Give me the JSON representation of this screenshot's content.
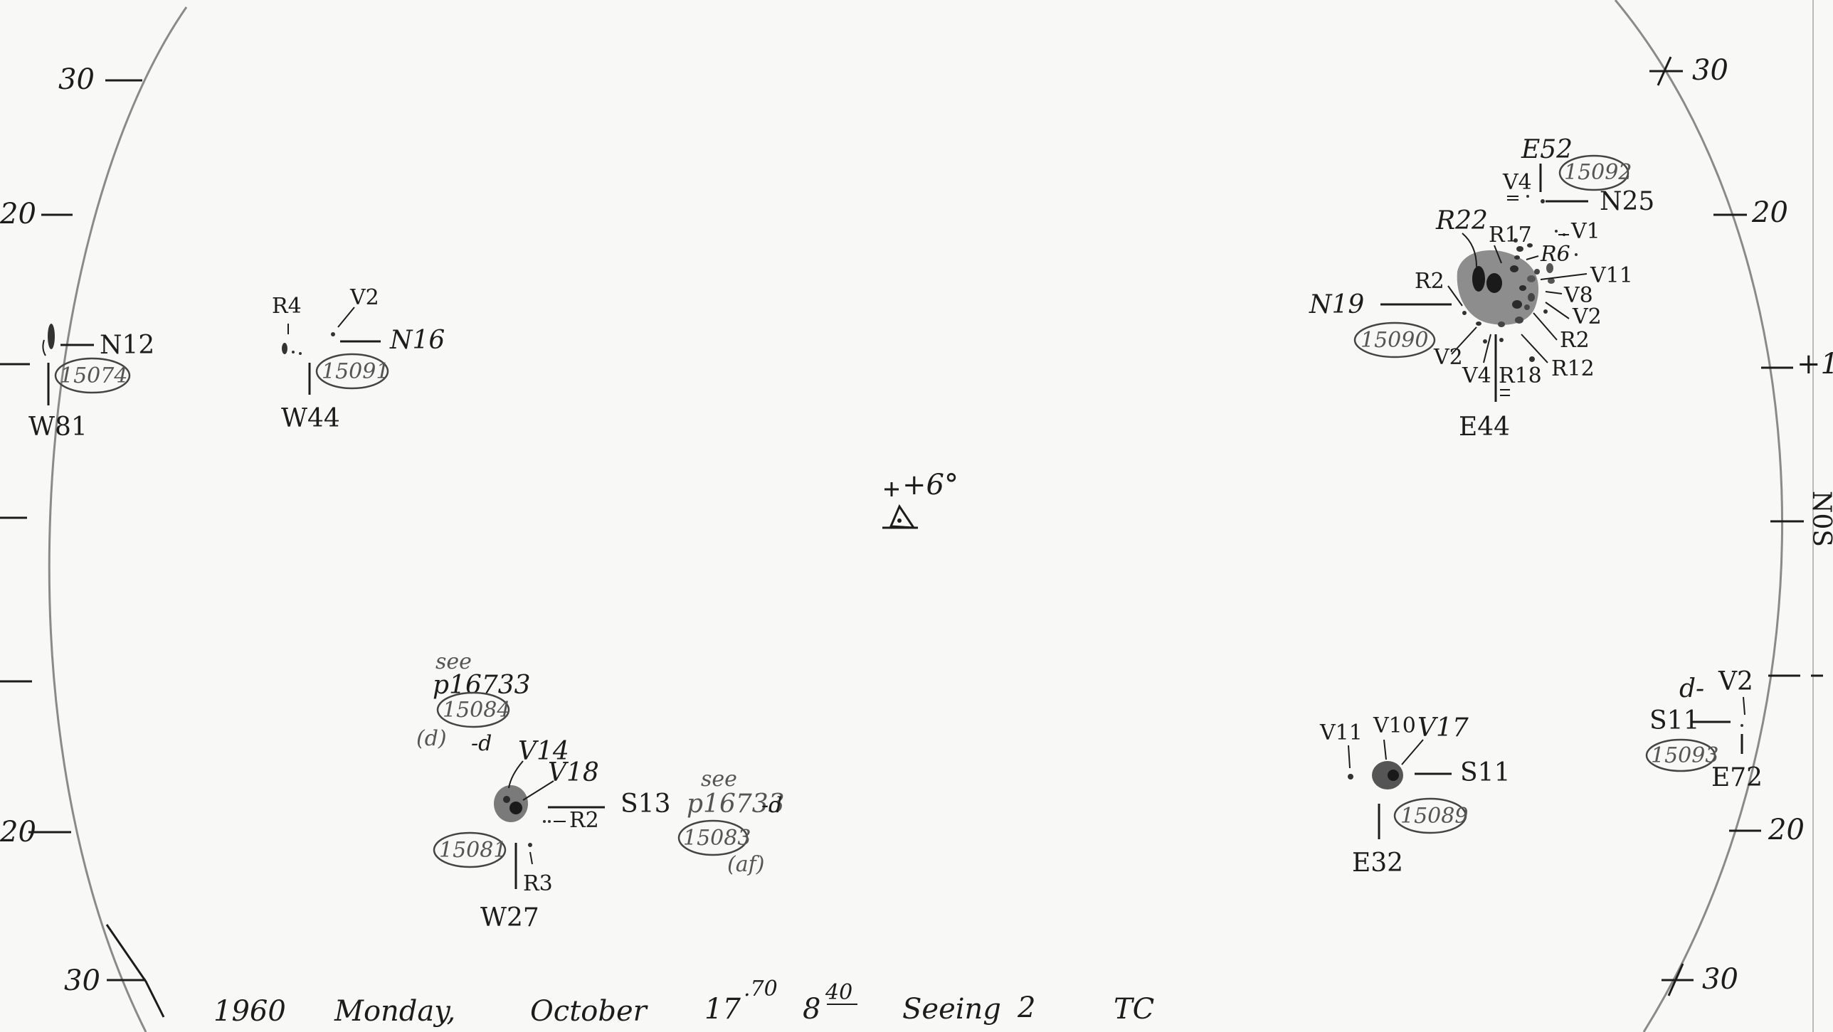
{
  "ticks": {
    "left": [
      "30",
      "20",
      "20",
      "30"
    ],
    "right": [
      "30",
      "20",
      "+1",
      "20",
      "30"
    ],
    "right_edge": "N0S"
  },
  "center": {
    "label": "+6°"
  },
  "groups": [
    {
      "id": "15074",
      "lat": "N12",
      "lon": "W81",
      "labels": []
    },
    {
      "id": "15091",
      "lat": "N16",
      "lon": "W44",
      "labels": [
        "R4",
        "V2"
      ]
    },
    {
      "id": "15092",
      "lat": "N25",
      "lon": "E52",
      "labels": [
        "V4"
      ]
    },
    {
      "id": "15090",
      "lat": "N19",
      "lon": "E44",
      "labels": [
        "R22",
        "R17",
        "V1",
        "R6",
        "V11",
        "V8",
        "V2",
        "R2",
        "R12",
        "R18",
        "V4",
        "V2",
        "R2"
      ]
    },
    {
      "id": "15084",
      "note": "see",
      "ref": "p16733",
      "class": "(d)",
      "suffix": "-d",
      "labels": []
    },
    {
      "id": "15081",
      "lat": "S13",
      "lon": "W27",
      "labels": [
        "V14",
        "V18",
        "R2",
        "R3"
      ]
    },
    {
      "id": "15083",
      "note": "see",
      "ref": "p16733",
      "class": "(af)",
      "suffix": "-d",
      "labels": []
    },
    {
      "id": "15089",
      "lat": "S11",
      "lon": "E32",
      "labels": [
        "V11",
        "V10",
        "V17"
      ]
    },
    {
      "id": "15093",
      "lat": "S11",
      "lon": "E72",
      "labels": [
        "V2"
      ],
      "suffix": "d-"
    }
  ],
  "footer": {
    "year": "1960",
    "weekday": "Monday,",
    "month": "October",
    "day": "17",
    "day_frac": ".70",
    "hour": "8",
    "minute": "40",
    "seeing_label": "Seeing",
    "seeing_value": "2",
    "observer": "TC"
  }
}
